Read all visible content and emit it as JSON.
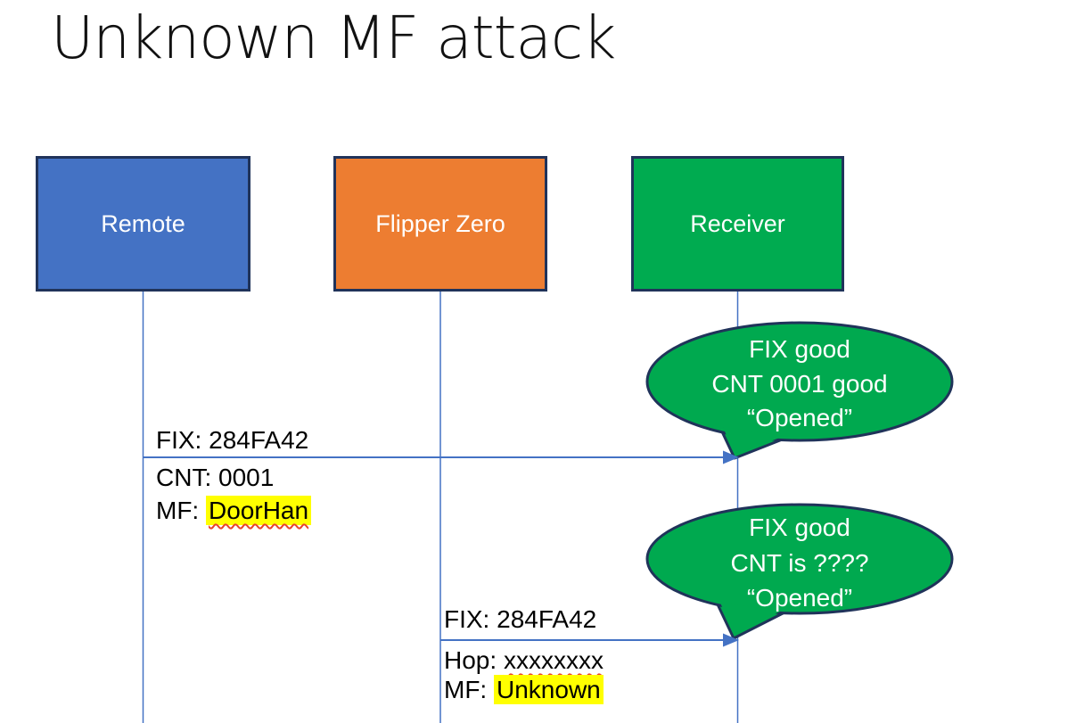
{
  "title": "Unknown MF attack",
  "actors": [
    {
      "label": "Remote",
      "color": "#4472C4"
    },
    {
      "label": "Flipper Zero",
      "color": "#ED7D31"
    },
    {
      "label": "Receiver",
      "color": "#00AB50"
    }
  ],
  "messages": [
    {
      "from": "Remote",
      "to": "Receiver",
      "fix": "FIX: 284FA42",
      "cnt": "CNT: 0001",
      "mf_prefix": "MF: ",
      "mf_value": "DoorHan"
    },
    {
      "from": "Flipper Zero",
      "to": "Receiver",
      "fix": "FIX: 284FA42",
      "hop_prefix": "Hop: ",
      "hop_value": "xxxxxxxx",
      "mf_prefix": "MF: ",
      "mf_value": "Unknown"
    }
  ],
  "callouts": [
    {
      "line1": "FIX good",
      "line2": "CNT 0001 good",
      "line3": "“Opened”"
    },
    {
      "line1": "FIX good",
      "line2": "CNT is ????",
      "line3": "“Opened”"
    }
  ],
  "colors": {
    "arrow_blue": "#4472C4",
    "box_border_navy": "#20335A",
    "bubble_green": "#00A94F",
    "highlight_yellow": "#FFFF00",
    "squiggle_red": "#E8432C"
  }
}
